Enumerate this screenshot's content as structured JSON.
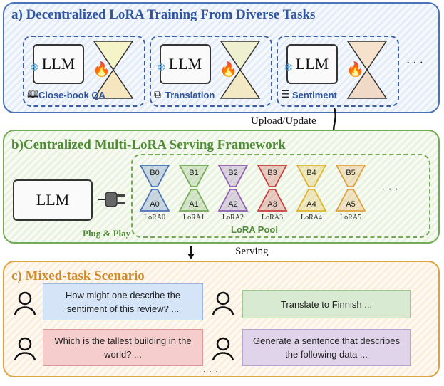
{
  "sections": {
    "a": {
      "title": "a) Decentralized LoRA Training From Diverse Tasks"
    },
    "b": {
      "title": "b)Centralized Multi-LoRA Serving Framework"
    },
    "c": {
      "title": "c) Mixed-task Scenario"
    }
  },
  "tasks": [
    {
      "llm": "LLM",
      "label": "Close-book QA",
      "icon": "book-icon"
    },
    {
      "llm": "LLM",
      "label": "Translation",
      "icon": "translate-icon"
    },
    {
      "llm": "LLM",
      "label": "Sentiment",
      "icon": "list-icon"
    }
  ],
  "tasks_ellipsis": "· · ·",
  "upload_label": "Upload/Update",
  "serving": {
    "llm": "LLM",
    "plug_label": "Plug & Play",
    "pool_label": "LoRA Pool",
    "pool_ellipsis": "· · ·",
    "loras": [
      {
        "top": "B0",
        "bottom": "A0",
        "name": "LoRA0",
        "color": "#4a73b8"
      },
      {
        "top": "B1",
        "bottom": "A1",
        "name": "LoRA1",
        "color": "#74a957"
      },
      {
        "top": "B2",
        "bottom": "A2",
        "name": "LoRA2",
        "color": "#8e5fb0"
      },
      {
        "top": "B3",
        "bottom": "A3",
        "name": "LoRA3",
        "color": "#c8403d"
      },
      {
        "top": "B4",
        "bottom": "A4",
        "name": "LoRA4",
        "color": "#e0b52a"
      },
      {
        "top": "B5",
        "bottom": "A5",
        "name": "LoRA5",
        "color": "#e0a13f"
      }
    ]
  },
  "serving_label": "Serving",
  "requests": [
    {
      "text": "How might one describe the sentiment of this review? ...",
      "color": "#d5e4f6"
    },
    {
      "text": "Translate to Finnish ...",
      "color": "#d8ebd2"
    },
    {
      "text": "Which is the tallest building in the world? ...",
      "color": "#f4cdcc"
    },
    {
      "text": "Generate a sentence that describes the following data ...",
      "color": "#e0d4ea"
    }
  ],
  "requests_ellipsis": "· · ·"
}
